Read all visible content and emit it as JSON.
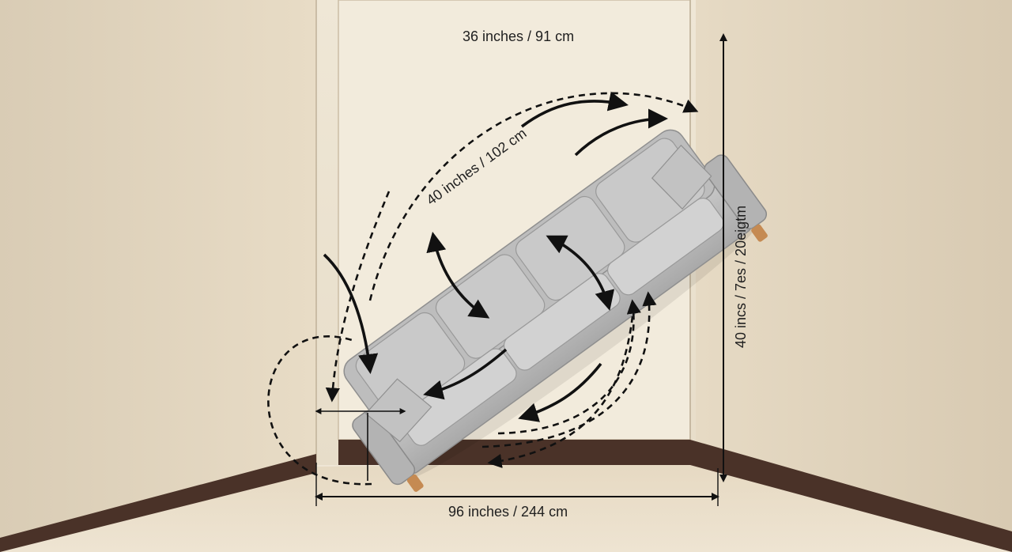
{
  "dimensions": {
    "doorway_width": "36 inches / 91 cm",
    "sofa_diagonal": "40 inches / 102 cm",
    "doorway_height": "40 incs / 7es / 20eigtm",
    "sofa_length": "96 inches / 244 cm"
  },
  "colors": {
    "wall_back": "#ece3d0",
    "wall_side": "#e3d6c0",
    "floor": "#e9ddc8",
    "baseboard": "#4a3228",
    "sofa": "#b7b7b7",
    "cushion": "#c8c8c8",
    "leg": "#c58a52",
    "arrow": "#111111"
  },
  "icons": [
    "curved-double-arrow-icon",
    "dashed-rotation-arrow-icon"
  ]
}
